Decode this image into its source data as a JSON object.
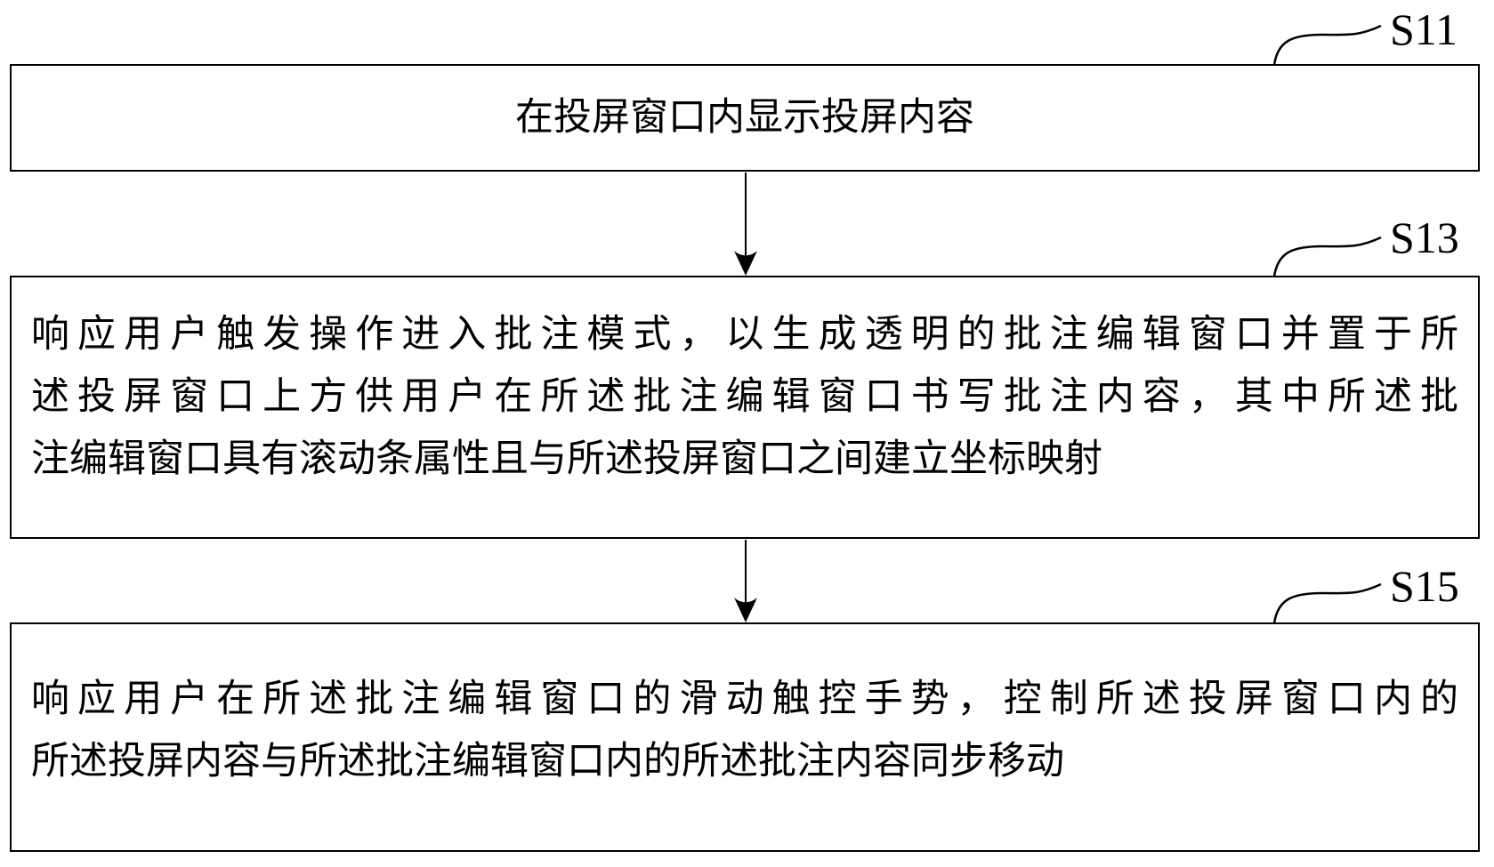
{
  "figure": {
    "type": "flowchart",
    "colors": {
      "line": "#000000",
      "background": "#ffffff",
      "text": "#000000"
    },
    "steps": [
      {
        "label": "S11",
        "lines": [
          "在投屏窗口内显示投屏内容"
        ]
      },
      {
        "label": "S13",
        "lines": [
          "响应用户触发操作进入批注模式，以生成透明的批注编辑窗口并置于所",
          "述投屏窗口上方供用户在所述批注编辑窗口书写批注内容，其中所述批",
          "注编辑窗口具有滚动条属性且与所述投屏窗口之间建立坐标映射"
        ]
      },
      {
        "label": "S15",
        "lines": [
          "响应用户在所述批注编辑窗口的滑动触控手势，控制所述投屏窗口内的",
          "所述投屏内容与所述批注编辑窗口内的所述批注内容同步移动"
        ]
      }
    ]
  }
}
